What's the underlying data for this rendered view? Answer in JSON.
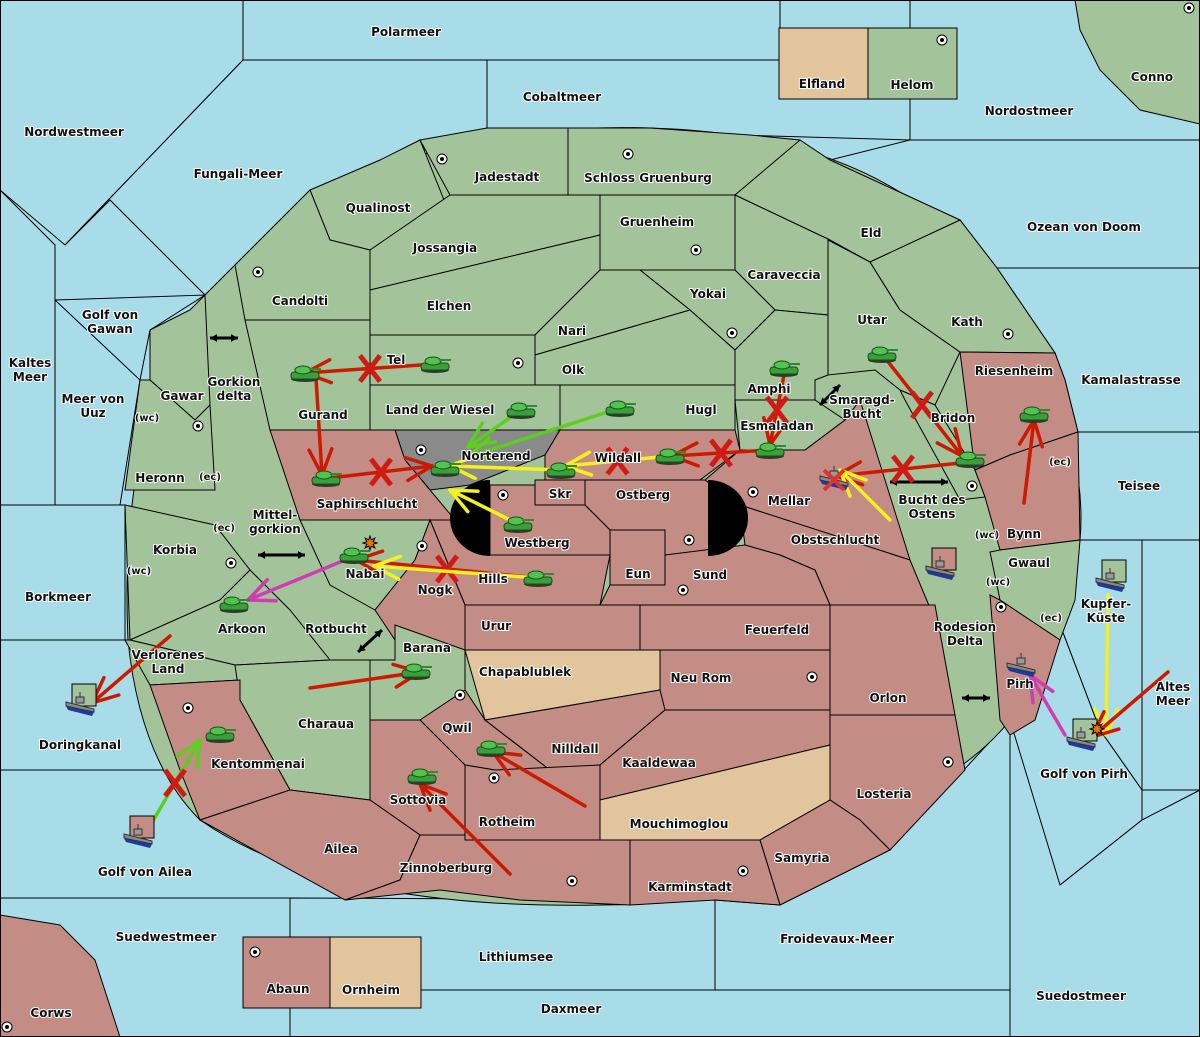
{
  "title": "Diplomacy variant map",
  "colors": {
    "sea": "#a8dce9",
    "power_green": "#a3c49a",
    "power_red": "#c38c84",
    "neutral_tan": "#e2c59c",
    "impassable": "#8a8a8a",
    "order_move": "#cc1a00",
    "order_support": "#f5f020",
    "order_support_green": "#5ccf1e",
    "order_convoy": "#d03cb4",
    "failed_mark": "#d01a14"
  },
  "seas": [
    {
      "id": "polarmeer",
      "label": "Polarmeer"
    },
    {
      "id": "cobaltmeer",
      "label": "Cobaltmeer"
    },
    {
      "id": "nordwestmeer",
      "label": "Nordwestmeer"
    },
    {
      "id": "fungali",
      "label": "Fungali-Meer"
    },
    {
      "id": "nordostmeer",
      "label": "Nordostmeer"
    },
    {
      "id": "ozean-doom",
      "label": "Ozean von Doom"
    },
    {
      "id": "kamalastrasse",
      "label": "Kamalastrasse"
    },
    {
      "id": "teisee",
      "label": "Teisee"
    },
    {
      "id": "altes-meer",
      "label": "Altes Meer"
    },
    {
      "id": "kupfer-kueste",
      "label": "Kupfer-Küste"
    },
    {
      "id": "golf-pirh",
      "label": "Golf von Pirh"
    },
    {
      "id": "rodesion-delta",
      "label": "Rodesion Delta"
    },
    {
      "id": "bucht-ostens",
      "label": "Bucht des Ostens"
    },
    {
      "id": "smaragd-bucht",
      "label": "Smaragd-Bucht"
    },
    {
      "id": "golf-gawan",
      "label": "Golf von Gawan"
    },
    {
      "id": "kaltes-meer",
      "label": "Kaltes Meer"
    },
    {
      "id": "meer-uuz",
      "label": "Meer von Uuz"
    },
    {
      "id": "gorkion-delta",
      "label": "Gorkion delta"
    },
    {
      "id": "mittelgorkion",
      "label": "Mittel-gorkion"
    },
    {
      "id": "rotbucht",
      "label": "Rotbucht"
    },
    {
      "id": "borkmeer",
      "label": "Borkmeer"
    },
    {
      "id": "doringkanal",
      "label": "Doringkanal"
    },
    {
      "id": "golf-ailea",
      "label": "Golf von Ailea"
    },
    {
      "id": "suedwestmeer",
      "label": "Suedwestmeer"
    },
    {
      "id": "lithiumsee",
      "label": "Lithiumsee"
    },
    {
      "id": "daxmeer",
      "label": "Daxmeer"
    },
    {
      "id": "froidevaux",
      "label": "Froidevaux-Meer"
    },
    {
      "id": "suedostmeer",
      "label": "Suedostmeer"
    }
  ],
  "lands": [
    {
      "id": "elfland",
      "label": "Elfland",
      "owner": "neutral"
    },
    {
      "id": "helom",
      "label": "Helom",
      "owner": "green",
      "sc": true
    },
    {
      "id": "conno",
      "label": "Conno",
      "owner": "green",
      "sc": true
    },
    {
      "id": "qualinost",
      "label": "Qualinost",
      "owner": "green"
    },
    {
      "id": "jadestadt",
      "label": "Jadestadt",
      "owner": "green",
      "sc": true
    },
    {
      "id": "schloss",
      "label": "Schloss Gruenburg",
      "owner": "green",
      "sc": true
    },
    {
      "id": "jossangia",
      "label": "Jossangia",
      "owner": "green"
    },
    {
      "id": "gruenheim",
      "label": "Gruenheim",
      "owner": "green",
      "sc": true
    },
    {
      "id": "eld",
      "label": "Eld",
      "owner": "green"
    },
    {
      "id": "caraveccia",
      "label": "Caraveccia",
      "owner": "green"
    },
    {
      "id": "candolti",
      "label": "Candolti",
      "owner": "green",
      "sc": true
    },
    {
      "id": "elchen",
      "label": "Elchen",
      "owner": "green"
    },
    {
      "id": "yokai",
      "label": "Yokai",
      "owner": "green",
      "sc": true
    },
    {
      "id": "nari",
      "label": "Nari",
      "owner": "green"
    },
    {
      "id": "utar",
      "label": "Utar",
      "owner": "green"
    },
    {
      "id": "kath",
      "label": "Kath",
      "owner": "green",
      "sc": true
    },
    {
      "id": "tel",
      "label": "Tel",
      "owner": "green",
      "sc": true
    },
    {
      "id": "olk",
      "label": "Olk",
      "owner": "green"
    },
    {
      "id": "riesenheim",
      "label": "Riesenheim",
      "owner": "red"
    },
    {
      "id": "amphi",
      "label": "Amphi",
      "owner": "green"
    },
    {
      "id": "gawar",
      "label": "Gawar",
      "owner": "green",
      "sc": true
    },
    {
      "id": "gurand",
      "label": "Gurand",
      "owner": "green"
    },
    {
      "id": "land-wiesel",
      "label": "Land der Wiesel",
      "owner": "green"
    },
    {
      "id": "hugl",
      "label": "Hugl",
      "owner": "green"
    },
    {
      "id": "esmaladan",
      "label": "Esmaladan",
      "owner": "green"
    },
    {
      "id": "bridon",
      "label": "Bridon",
      "owner": "green",
      "sc": true
    },
    {
      "id": "heronn",
      "label": "Heronn",
      "owner": "green"
    },
    {
      "id": "norterend",
      "label": "Norterend",
      "owner": "impassable",
      "sc": true
    },
    {
      "id": "wildall",
      "label": "Wildall",
      "owner": "red"
    },
    {
      "id": "saphirschlucht",
      "label": "Saphirschlucht",
      "owner": "red"
    },
    {
      "id": "skr",
      "label": "Skr",
      "owner": "red"
    },
    {
      "id": "ostberg",
      "label": "Ostberg",
      "owner": "red",
      "sc": true
    },
    {
      "id": "mellar",
      "label": "Mellar",
      "owner": "red",
      "sc": true
    },
    {
      "id": "westberg",
      "label": "Westberg",
      "owner": "red",
      "sc": true
    },
    {
      "id": "obstschlucht",
      "label": "Obstschlucht",
      "owner": "red"
    },
    {
      "id": "korbia",
      "label": "Korbia",
      "owner": "green"
    },
    {
      "id": "nabai",
      "label": "Nabai",
      "owner": "green",
      "sc": true
    },
    {
      "id": "hills",
      "label": "Hills",
      "owner": "red"
    },
    {
      "id": "eun",
      "label": "Eun",
      "owner": "red"
    },
    {
      "id": "sund",
      "label": "Sund",
      "owner": "red",
      "sc": true
    },
    {
      "id": "nogk",
      "label": "Nogk",
      "owner": "red"
    },
    {
      "id": "bynn",
      "label": "Bynn",
      "owner": "red"
    },
    {
      "id": "gwaul",
      "label": "Gwaul",
      "owner": "green"
    },
    {
      "id": "arkoon",
      "label": "Arkoon",
      "owner": "green",
      "sc": true
    },
    {
      "id": "urur",
      "label": "Urur",
      "owner": "red"
    },
    {
      "id": "feuerfeld",
      "label": "Feuerfeld",
      "owner": "red"
    },
    {
      "id": "barana",
      "label": "Barana",
      "owner": "green"
    },
    {
      "id": "verlorenes",
      "label": "Verlorenes Land",
      "owner": "green"
    },
    {
      "id": "chapablublek",
      "label": "Chapablublek",
      "owner": "neutral"
    },
    {
      "id": "neu-rom",
      "label": "Neu Rom",
      "owner": "red",
      "sc": true
    },
    {
      "id": "pirh",
      "label": "Pirh",
      "owner": "red",
      "sc": true
    },
    {
      "id": "orlon",
      "label": "Orlon",
      "owner": "red"
    },
    {
      "id": "charaua",
      "label": "Charaua",
      "owner": "green"
    },
    {
      "id": "qwil",
      "label": "Qwil",
      "owner": "red",
      "sc": true
    },
    {
      "id": "nilldall",
      "label": "Nilldall",
      "owner": "red"
    },
    {
      "id": "kentommenai",
      "label": "Kentommenai",
      "owner": "red",
      "sc": true
    },
    {
      "id": "kaaldewaa",
      "label": "Kaaldewaa",
      "owner": "red"
    },
    {
      "id": "losteria",
      "label": "Losteria",
      "owner": "red",
      "sc": true
    },
    {
      "id": "sottovia",
      "label": "Sottovia",
      "owner": "red"
    },
    {
      "id": "rotheim",
      "label": "Rotheim",
      "owner": "red",
      "sc": true
    },
    {
      "id": "mouchimoglou",
      "label": "Mouchimoglou",
      "owner": "neutral"
    },
    {
      "id": "ailea",
      "label": "Ailea",
      "owner": "red"
    },
    {
      "id": "samyria",
      "label": "Samyria",
      "owner": "red"
    },
    {
      "id": "zinnoberburg",
      "label": "Zinnoberburg",
      "owner": "red",
      "sc": true
    },
    {
      "id": "karminstadt",
      "label": "Karminstadt",
      "owner": "red",
      "sc": true
    },
    {
      "id": "abaun",
      "label": "Abaun",
      "owner": "red",
      "sc": true
    },
    {
      "id": "ornheim",
      "label": "Ornheim",
      "owner": "neutral"
    },
    {
      "id": "corws",
      "label": "Corws",
      "owner": "red",
      "sc": true
    }
  ],
  "coast_labels": [
    "(wc)",
    "(ec)",
    "(ec)",
    "(wc)",
    "(ec)",
    "(wc)",
    "(wc)",
    "(ec)"
  ],
  "units": [
    {
      "type": "army",
      "at": "Tel"
    },
    {
      "type": "army",
      "at": "Gurand"
    },
    {
      "type": "army",
      "at": "Saphirschlucht"
    },
    {
      "type": "army",
      "at": "Norterend"
    },
    {
      "type": "army",
      "at": "Land der Wiesel"
    },
    {
      "type": "army",
      "at": "Hugl"
    },
    {
      "type": "army",
      "at": "Skr"
    },
    {
      "type": "army",
      "at": "Wildall"
    },
    {
      "type": "army",
      "at": "Westberg"
    },
    {
      "type": "army",
      "at": "Esmaladan"
    },
    {
      "type": "army",
      "at": "Amphi"
    },
    {
      "type": "army",
      "at": "Utar"
    },
    {
      "type": "army",
      "at": "Bridon"
    },
    {
      "type": "army",
      "at": "Riesenheim"
    },
    {
      "type": "army",
      "at": "Nabai",
      "dislodged": true
    },
    {
      "type": "army",
      "at": "Hills"
    },
    {
      "type": "army",
      "at": "Arkoon"
    },
    {
      "type": "army",
      "at": "Barana"
    },
    {
      "type": "army",
      "at": "Kentommenai"
    },
    {
      "type": "army",
      "at": "Qwil"
    },
    {
      "type": "army",
      "at": "Sottovia"
    },
    {
      "type": "fleet",
      "at": "Mellar",
      "dislodged": true
    },
    {
      "type": "fleet",
      "at": "Bucht des Ostens"
    },
    {
      "type": "fleet",
      "at": "Pirh"
    },
    {
      "type": "fleet",
      "at": "Kupfer-Küste"
    },
    {
      "type": "fleet",
      "at": "Golf von Pirh",
      "dislodged": true
    },
    {
      "type": "fleet",
      "at": "Doringkanal"
    },
    {
      "type": "fleet",
      "at": "Golf von Ailea"
    }
  ],
  "orders": [
    {
      "kind": "move",
      "from": "Tel",
      "to": "Gurand",
      "failed": true
    },
    {
      "kind": "move",
      "from": "Gurand",
      "to": "Saphirschlucht"
    },
    {
      "kind": "move",
      "from": "Saphirschlucht",
      "to": "Norterend",
      "failed": true
    },
    {
      "kind": "support",
      "from": "Land der Wiesel",
      "to": "Norterend",
      "color": "green"
    },
    {
      "kind": "support",
      "from": "Hugl",
      "to": "Norterend",
      "color": "green"
    },
    {
      "kind": "support",
      "from": "Skr",
      "to": "Norterend"
    },
    {
      "kind": "support",
      "from": "Wildall",
      "to": "Skr",
      "failed": true
    },
    {
      "kind": "support",
      "from": "Westberg",
      "to": "Saphirschlucht"
    },
    {
      "kind": "move",
      "from": "Esmaladan",
      "to": "Wildall",
      "failed": true
    },
    {
      "kind": "move",
      "from": "Amphi",
      "to": "Esmaladan",
      "failed": true
    },
    {
      "kind": "move",
      "from": "Utar",
      "to": "Bridon",
      "failed": true
    },
    {
      "kind": "move",
      "from": "Bridon",
      "to": "Mellar",
      "failed": true
    },
    {
      "kind": "move",
      "from": "Bynn",
      "to": "Riesenheim"
    },
    {
      "kind": "support",
      "from": "Bucht des Ostens",
      "to": "Mellar"
    },
    {
      "kind": "move",
      "from": "Hills",
      "to": "Nabai",
      "failed": true
    },
    {
      "kind": "support",
      "from": "Hills",
      "to": "Nabai"
    },
    {
      "kind": "convoy",
      "from": "Nabai",
      "to": "Arkoon"
    },
    {
      "kind": "move",
      "from": "Charaua",
      "to": "Barana"
    },
    {
      "kind": "move",
      "from": "Verlorenes Land",
      "to": "Doringkanal"
    },
    {
      "kind": "support",
      "from": "Golf von Ailea",
      "to": "Kentommenai",
      "color": "green",
      "failed": true
    },
    {
      "kind": "move",
      "from": "Rotheim",
      "to": "Qwil"
    },
    {
      "kind": "move",
      "from": "Zinnoberburg",
      "to": "Sottovia"
    },
    {
      "kind": "convoy",
      "from": "Golf von Pirh",
      "to": "Pirh"
    },
    {
      "kind": "support",
      "from": "Kupfer-Küste",
      "to": "Golf von Pirh"
    },
    {
      "kind": "move",
      "from": "Altes Meer",
      "to": "Golf von Pirh"
    }
  ]
}
